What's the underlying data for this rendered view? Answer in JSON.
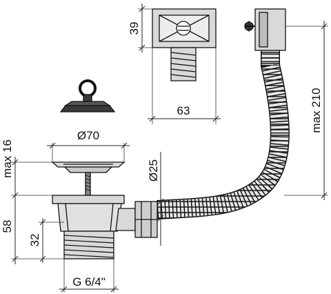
{
  "dimensions": {
    "overflow_cover_height": "39",
    "overflow_cover_width": "63",
    "hose_length": "max 210",
    "strainer_diameter": "Ø70",
    "overflow_hose_diameter": "Ø25",
    "strainer_height": "max 16",
    "drain_height": "58",
    "thread_height": "32",
    "thread_size": "G 6/4\""
  },
  "colors": {
    "line": "#222222",
    "part_fill": "#d9d9d9",
    "part_dark": "#3a3a3a"
  }
}
